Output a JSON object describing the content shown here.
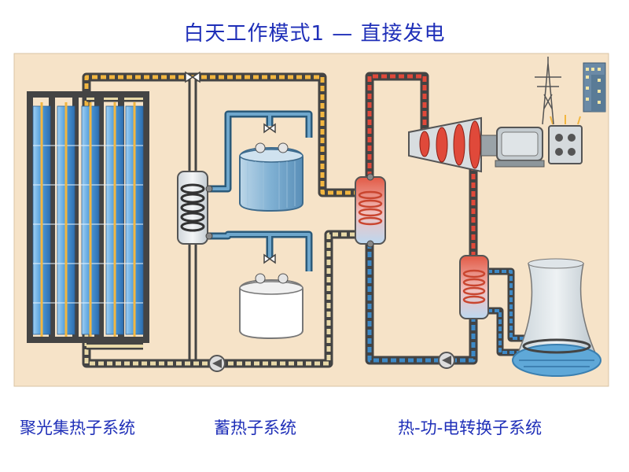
{
  "title": "白天工作模式1 — 直接发电",
  "subsystems": [
    {
      "label": "聚光集热子系统"
    },
    {
      "label": "蓄热子系统"
    },
    {
      "label": "热-功-电转换子系统"
    }
  ],
  "colors": {
    "title_text": "#1f2fb8",
    "background_panel": "#f6e3c8",
    "pipe_outline": "#4a4a4a",
    "warm_flow": "#f2b640",
    "hot_flow": "#e0493a",
    "cold_flow": "#3d89c6",
    "mirror": "#4a98d8"
  },
  "icons": [
    "solar-trough-icon",
    "heat-exchanger-icon",
    "storage-tank-icon",
    "steam-turbine-icon",
    "generator-icon",
    "transformer-icon",
    "power-tower-icon",
    "building-icon",
    "cooling-tower-icon",
    "pump-icon",
    "valve-icon"
  ]
}
